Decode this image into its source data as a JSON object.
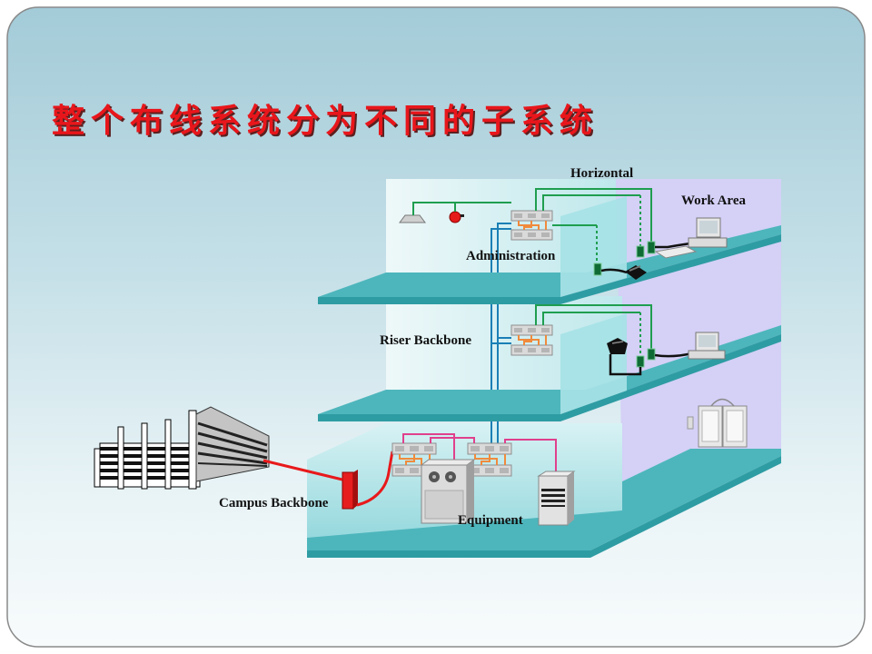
{
  "title": "整个布线系统分为不同的子系统",
  "labels": {
    "horizontal": "Horizontal",
    "work_area": "Work Area",
    "administration": "Administration",
    "riser_backbone": "Riser Backbone",
    "campus_backbone": "Campus Backbone",
    "equipment": "Equipment"
  },
  "colors": {
    "title": "#e8161b",
    "floor_top": "#4db6bc",
    "floor_front": "#2e9ca3",
    "lavender_wall": "#d4d0f6",
    "horizontal_cable": "#1f9e4f",
    "riser_cable": "#1a7fb5",
    "campus_cable": "#e8191b",
    "equipment_cable": "#e0408c"
  }
}
